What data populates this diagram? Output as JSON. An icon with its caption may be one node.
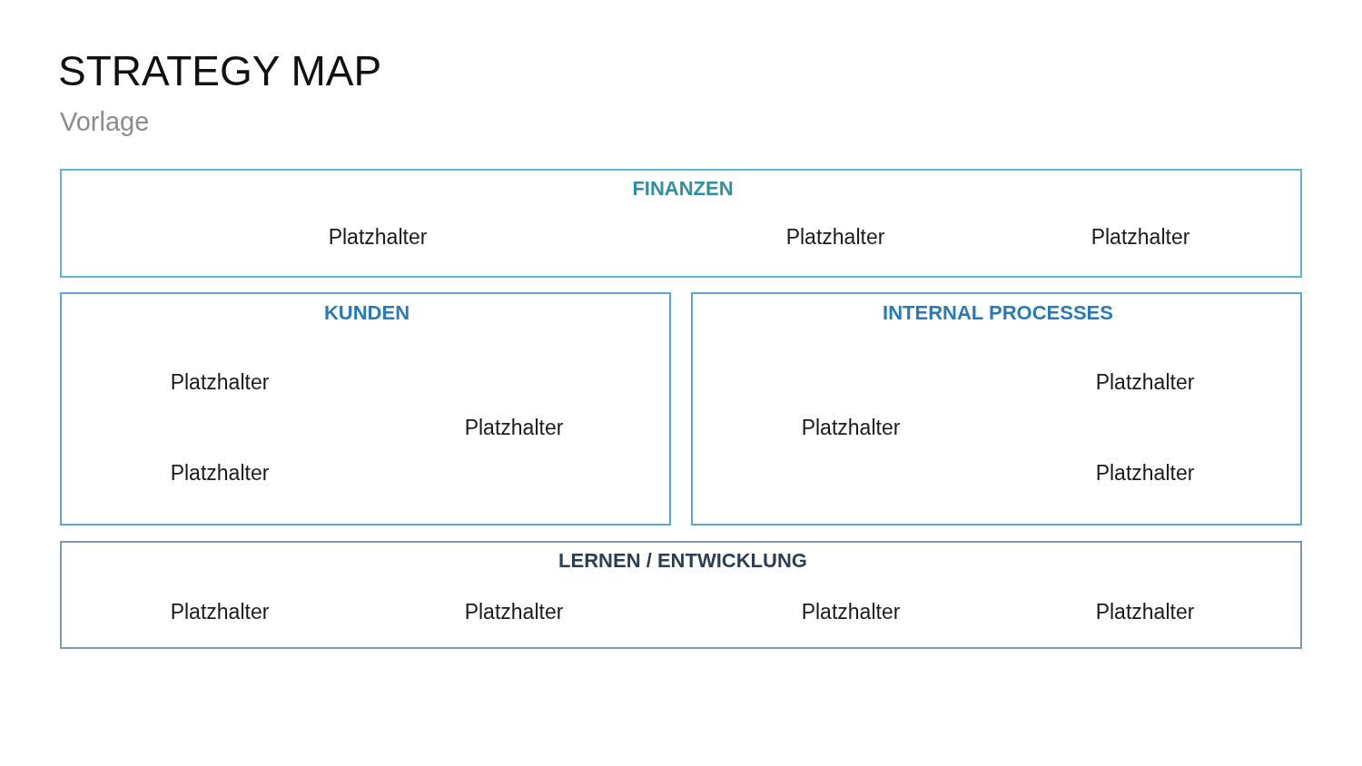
{
  "diagram": {
    "title": "STRATEGY MAP",
    "nodes": [
      {
        "text": [
          "FINANZEN",
          "Platzhalter",
          "Platzhalter",
          "Platzhalter"
        ]
      },
      {
        "text": [
          "KUNDEN",
          "Platzhalter",
          "Platzhalter",
          "Platzhalter"
        ]
      },
      {
        "text": [
          "INTERNAL PROCESSES",
          "Platzhalter",
          "Platzhalter",
          "Platzhalter"
        ]
      },
      {
        "text": [
          "LERNEN / ENTWICKLUNG",
          "Platzhalter",
          "Platzhalter",
          "Platzhalter",
          "Platzhalter"
        ]
      }
    ],
    "labels": [
      "Vorlage"
    ]
  }
}
